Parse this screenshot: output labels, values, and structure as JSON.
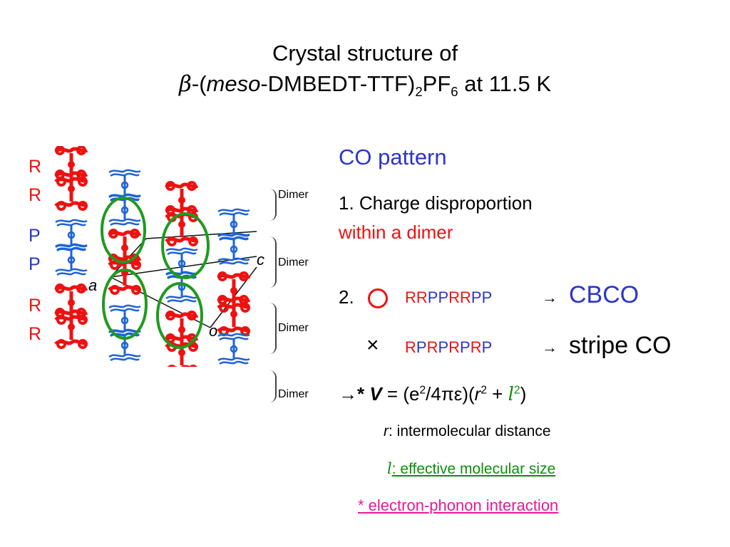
{
  "title": {
    "line1": "Crystal structure of",
    "beta": "β",
    "l2_open": "-(",
    "meso": "meso",
    "l2_mid": "-DMBEDT-TTF)",
    "sub2": "2",
    "pf": "PF",
    "sub6": "6",
    "l2_end": " at 11.5 K"
  },
  "figure": {
    "row_labels": [
      "R",
      "R",
      "P",
      "P",
      "R",
      "R"
    ],
    "dimer_labels": [
      "Dimer",
      "Dimer",
      "Dimer",
      "Dimer"
    ],
    "axis_c": "c",
    "axis_a": "a",
    "axis_o": "o"
  },
  "right": {
    "heading": "CO pattern",
    "item1_line1": "1. Charge disproportion",
    "item1_line2": "within a dimer",
    "item2_num": "2.",
    "seq1": {
      "parts": [
        "RR",
        "PP",
        "RR",
        "PP"
      ],
      "arrow": "→",
      "result": "CBCO"
    },
    "cross": "×",
    "seq2": {
      "parts": [
        "R",
        "P",
        "R",
        "P",
        "R",
        "P",
        "R",
        "P"
      ],
      "arrow": "→",
      "result": "stripe CO"
    },
    "formula": {
      "arrow": "→*",
      "V": "V",
      "eq": " = (e",
      "sup1": "2",
      "mid": "/4πε)(",
      "r": "r",
      "sup2": "2",
      "plus": " + ",
      "l": "l",
      "sup3": "2",
      "close": ")"
    },
    "r_def_var": "r",
    "r_def_text": ": intermolecular distance",
    "l_def_var": "l",
    "l_def_text": ": effective molecular size",
    "footnote": "* electron-phonon interaction"
  },
  "colors": {
    "red_molecule": "#ee1111",
    "blue_molecule": "#1e63d6",
    "ellipse": "#1f9a1f",
    "heading_blue": "#2b35c8",
    "link_pink": "#e8189a",
    "green_text": "#0a8f0a"
  },
  "icons": [
    "circle-outline-icon",
    "cross-icon"
  ]
}
